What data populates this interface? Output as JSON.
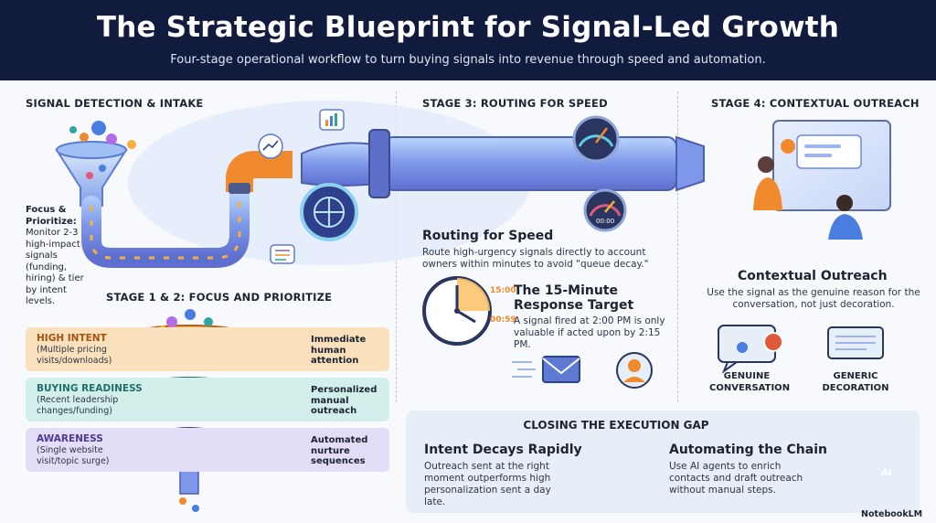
{
  "header": {
    "title": "The Strategic Blueprint for Signal-Led Growth",
    "subtitle": "Four-stage operational workflow to turn buying signals into revenue through speed and automation."
  },
  "intake": {
    "heading": "SIGNAL DETECTION & INTAKE",
    "focus_label": "Focus & Prioritize:",
    "focus_text": "Monitor 2-3 high-impact signals (funding, hiring) & tier by intent levels."
  },
  "stage12": {
    "heading": "STAGE 1 & 2: FOCUS AND PRIORITIZE",
    "tiers": [
      {
        "title": "HIGH INTENT",
        "desc": "(Multiple pricing visits/downloads)",
        "outcome": "Immediate human attention",
        "color": "#fbd5a6",
        "accent": "#f08a2c"
      },
      {
        "title": "BUYING READINESS",
        "desc": "(Recent leadership changes/funding)",
        "outcome": "Personalized manual outreach",
        "color": "#c7ebe8",
        "accent": "#2fa3a0"
      },
      {
        "title": "AWARENESS",
        "desc": "(Single website visit/topic surge)",
        "outcome": "Automated nurture sequences",
        "color": "#dcd3f5",
        "accent": "#7d63c9"
      }
    ]
  },
  "stage3": {
    "heading": "STAGE 3: ROUTING FOR SPEED",
    "title": "Routing for Speed",
    "text": "Route high-urgency signals directly to account owners within minutes to avoid \"queue decay.\"",
    "target_title": "The 15-Minute Response Target",
    "target_text": "A signal fired at 2:00 PM is only valuable if acted upon by 2:15 PM.",
    "clock_label": "15:00",
    "clock_label_2": "00:59",
    "gauge_label": "00:00"
  },
  "stage4": {
    "heading": "STAGE 4: CONTEXTUAL OUTREACH",
    "title": "Contextual Outreach",
    "text": "Use the signal as the genuine reason for the conversation, not just decoration.",
    "genuine": "GENUINE CONVERSATION",
    "generic": "GENERIC DECORATION"
  },
  "gap": {
    "heading": "CLOSING THE EXECUTION GAP",
    "decay_title": "Intent Decays Rapidly",
    "decay_text": "Outreach sent at the right moment outperforms high personalization sent a day late.",
    "auto_title": "Automating the Chain",
    "auto_text": "Use AI agents to enrich contacts and draft outreach without manual steps.",
    "ai_label": "AI"
  },
  "brand": "NotebookLM",
  "colors": {
    "header_bg": "#101b3d",
    "pipe_blue": "#6e88e6",
    "orange": "#f08a2c",
    "teal": "#2fa3a0",
    "purple": "#7d63c9"
  }
}
